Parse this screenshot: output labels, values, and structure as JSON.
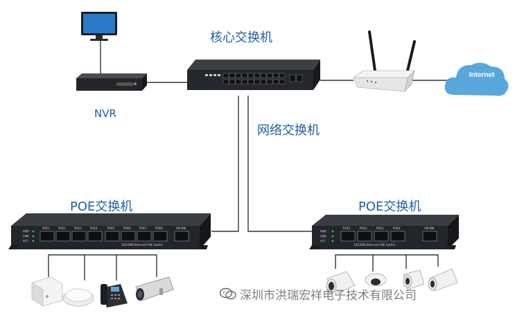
{
  "labels": {
    "core_switch": "核心交换机",
    "network_switch": "网络交换机",
    "nvr": "NVR",
    "poe_switch_left": "POE交换机",
    "poe_switch_right": "POE交换机",
    "internet": "Internet",
    "watermark": "深圳市洪瑞宏祥电子技术有限公司"
  },
  "poe_left": {
    "port_labels": [
      "POE1",
      "POE2",
      "POE3",
      "POE4",
      "POE5",
      "POE6",
      "POE7",
      "POE8"
    ],
    "uplink_label": "UPLINK",
    "led_labels": [
      "PWR",
      "LINK",
      "ACT"
    ],
    "caption": "10/100M Ethernet POE Switch"
  },
  "poe_right": {
    "port_labels": [
      "POE1",
      "POE2",
      "POE3",
      "POE4"
    ],
    "uplink_label": "UPLINK",
    "led_labels": [
      "PWR",
      "LINK",
      "ACT"
    ],
    "caption": "10/100M Ethernet POE Switch"
  },
  "colors": {
    "label_blue": "#1f5fa8",
    "device_dark": "#2a2d31",
    "cloud_blue": "#5aa7dd",
    "led_green": "#3fbf3f",
    "line": "#333333"
  }
}
